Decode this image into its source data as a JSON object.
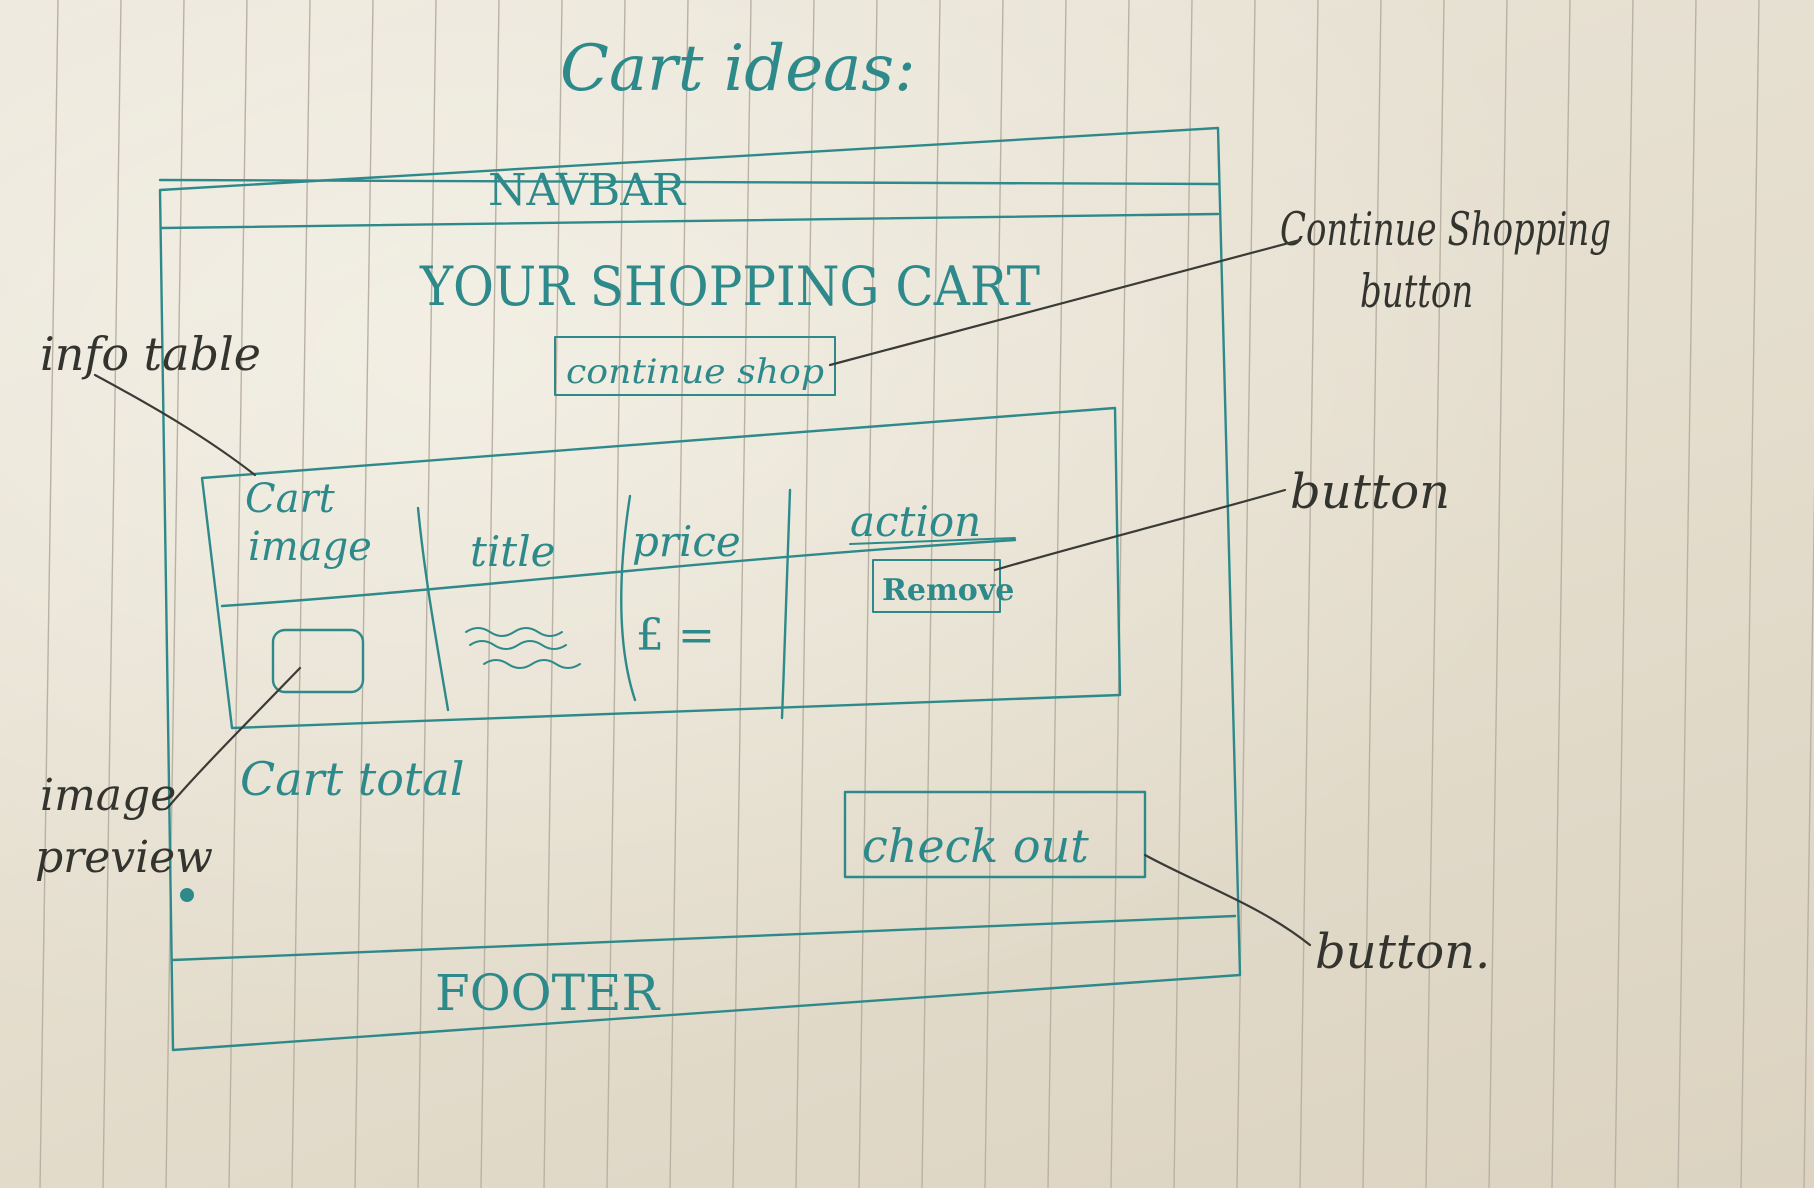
{
  "title": "Cart ideas:",
  "wireframe": {
    "navbar": "NAVBAR",
    "heading": "YOUR SHOPPING CART",
    "continue_button": "continue shop",
    "table_headers": [
      "Cart image",
      "title",
      "price",
      "action"
    ],
    "remove_button": "Remove",
    "price_cell": "£ =",
    "cart_total": "Cart total",
    "checkout_button": "check out",
    "footer": "FOOTER"
  },
  "annotations": {
    "continue_shopping": "Continue Shopping button",
    "info_table": "info table",
    "button_remove": "button",
    "image_preview": "image preview",
    "button_checkout": "button."
  },
  "colors": {
    "ink": "#2e8a8a",
    "pen": "#34342f",
    "paper": "#e6e0d2"
  }
}
